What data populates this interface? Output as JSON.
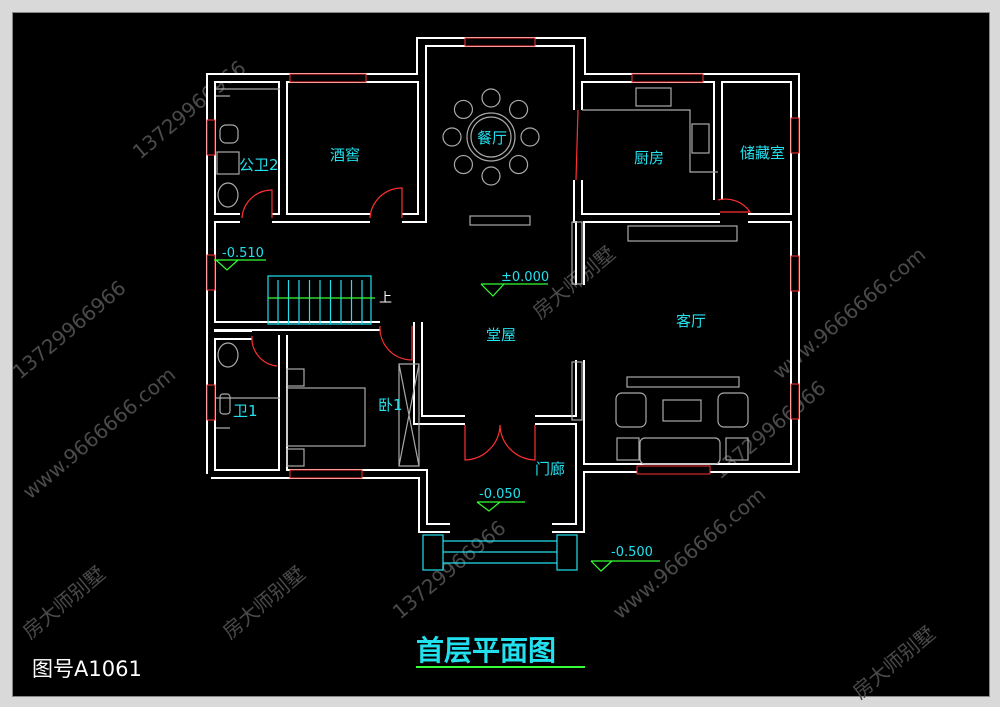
{
  "drawing": {
    "title": "首层平面图",
    "drawing_number": "图号A1061",
    "rooms": {
      "dining": "餐厅",
      "wine_cellar": "酒窖",
      "public_bath_2": "公卫2",
      "kitchen": "厨房",
      "storage": "储藏室",
      "living_room": "客厅",
      "main_hall": "堂屋",
      "bedroom_1": "卧1",
      "bath_1": "卫1",
      "porch": "门廊"
    },
    "stair_label": "上",
    "elevations": {
      "stair_hall": "-0.510",
      "main_hall": "±0.000",
      "porch": "-0.050",
      "outdoor": "-0.500"
    },
    "watermarks": [
      "房大师别墅",
      "www.9666666.com",
      "13729966966"
    ],
    "colors": {
      "wall": "#ffffff",
      "window_door": "#ff3030",
      "text": "#22e0ee",
      "level_mark": "#33ff33"
    }
  }
}
